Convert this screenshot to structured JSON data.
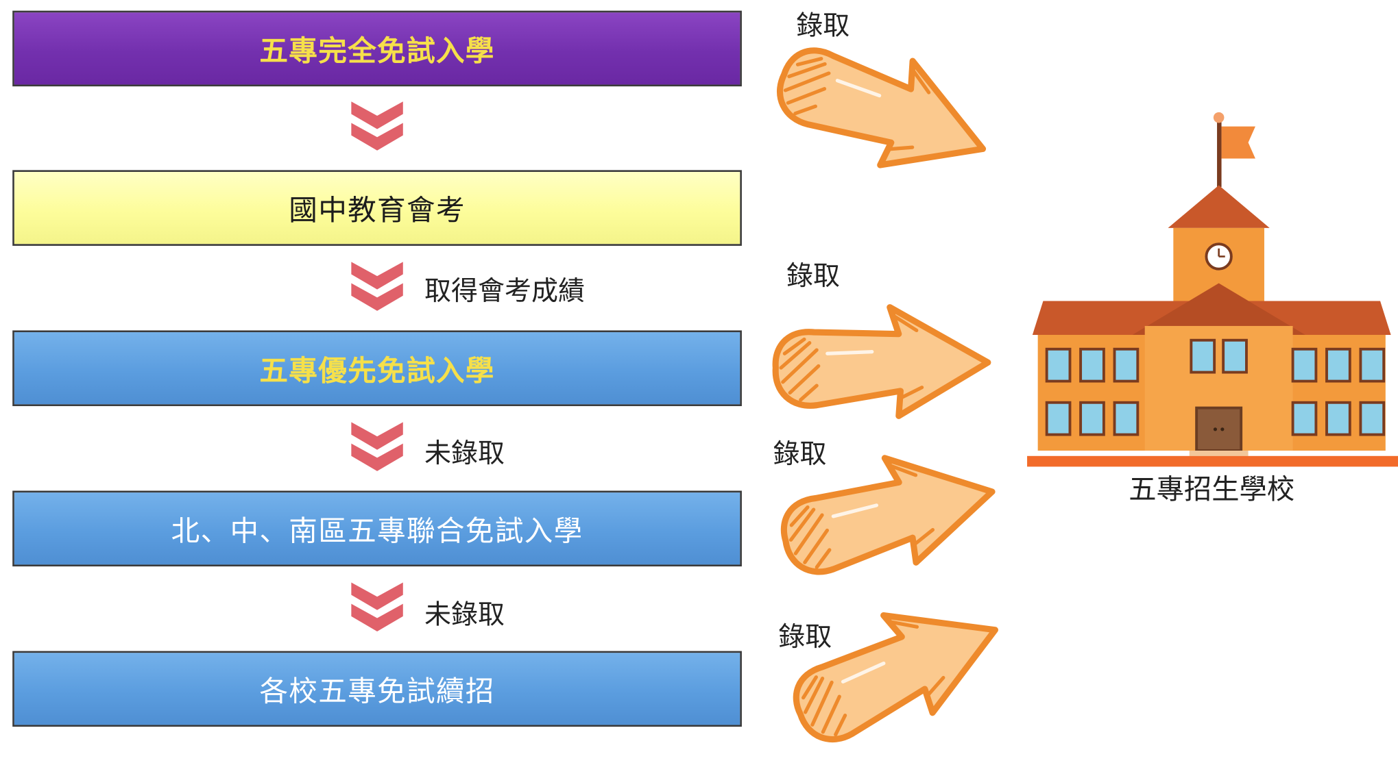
{
  "flow": {
    "steps": [
      {
        "label": "五專完全免試入學"
      },
      {
        "label": "國中教育會考"
      },
      {
        "label": "五專優先免試入學"
      },
      {
        "label": "北、中、南區五專聯合免試入學"
      },
      {
        "label": "各校五專免試續招"
      }
    ],
    "transitions": [
      {
        "label": ""
      },
      {
        "label": "取得會考成績"
      },
      {
        "label": "未錄取"
      },
      {
        "label": "未錄取"
      }
    ]
  },
  "admit_labels": [
    "錄取",
    "錄取",
    "錄取",
    "錄取"
  ],
  "school": {
    "label": "五專招生學校"
  },
  "colors": {
    "purple_box": "#7330ae",
    "yellow_box": "#fdfd9b",
    "blue_box": "#5b9ddf",
    "chevron": "#e0616a",
    "arrow_fill": "#fbc98e",
    "arrow_stroke": "#ee8a2c",
    "school_wall": "#f39a3c",
    "school_roof": "#c9582a"
  },
  "icons": {
    "chevron": "double-chevron-down-icon",
    "arrow": "hand-drawn-arrow-icon",
    "school": "school-building-icon"
  }
}
